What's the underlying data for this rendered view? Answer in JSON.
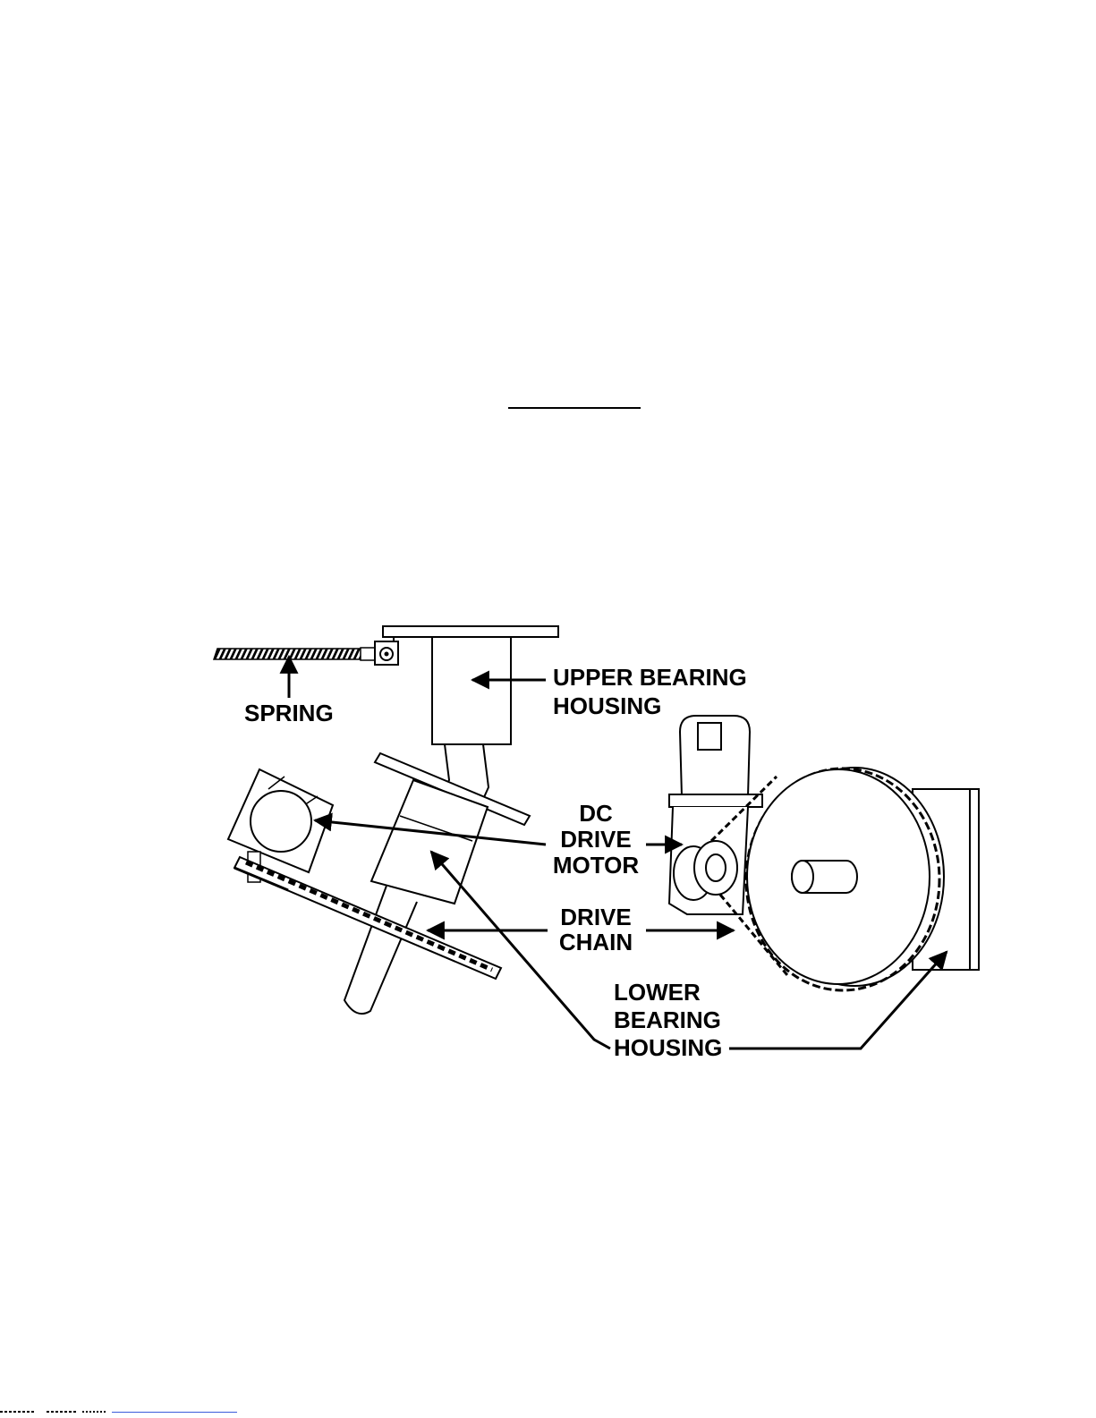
{
  "labels": {
    "spring": "SPRING",
    "upper_bearing_housing_line1": "UPPER BEARING",
    "upper_bearing_housing_line2": "HOUSING",
    "dc_drive_motor_line1": "DC",
    "dc_drive_motor_line2": "DRIVE",
    "dc_drive_motor_line3": "MOTOR",
    "drive_chain_line1": "DRIVE",
    "drive_chain_line2": "CHAIN",
    "lower_bearing_housing_line1": "LOWER",
    "lower_bearing_housing_line2": "BEARING",
    "lower_bearing_housing_line3": "HOUSING"
  },
  "colors": {
    "ink": "#000000",
    "paper": "#ffffff",
    "link_rule": "#3b5bdb"
  }
}
